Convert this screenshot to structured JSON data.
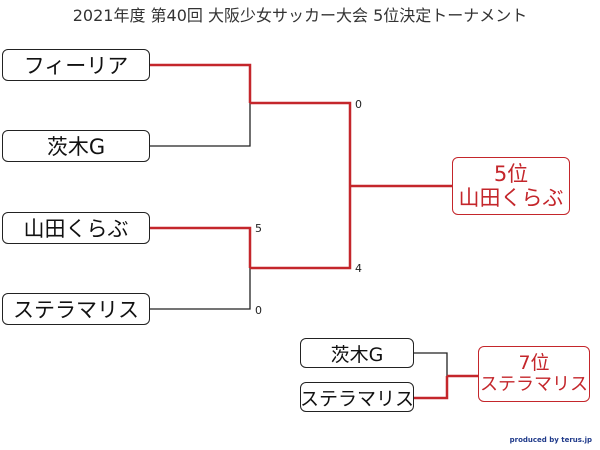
{
  "title": "2021年度 第40回 大阪少女サッカー大会 5位決定トーナメント",
  "teams": {
    "t1": "フィーリア",
    "t2": "茨木G",
    "t3": "山田くらぶ",
    "t4": "ステラマリス",
    "m_a": "茨木G",
    "m_b": "ステラマリス"
  },
  "scores": {
    "semi1_bottom": "0",
    "semi2_top": "5",
    "semi2_bottom": "0",
    "final_bottom": "4"
  },
  "results": {
    "first": {
      "rank": "5位",
      "name": "山田くらぶ"
    },
    "second": {
      "rank": "7位",
      "name": "ステラマリス"
    }
  },
  "credit": "produced by terus.jp",
  "colors": {
    "winner_line": "#c4262b",
    "line": "#222222"
  }
}
